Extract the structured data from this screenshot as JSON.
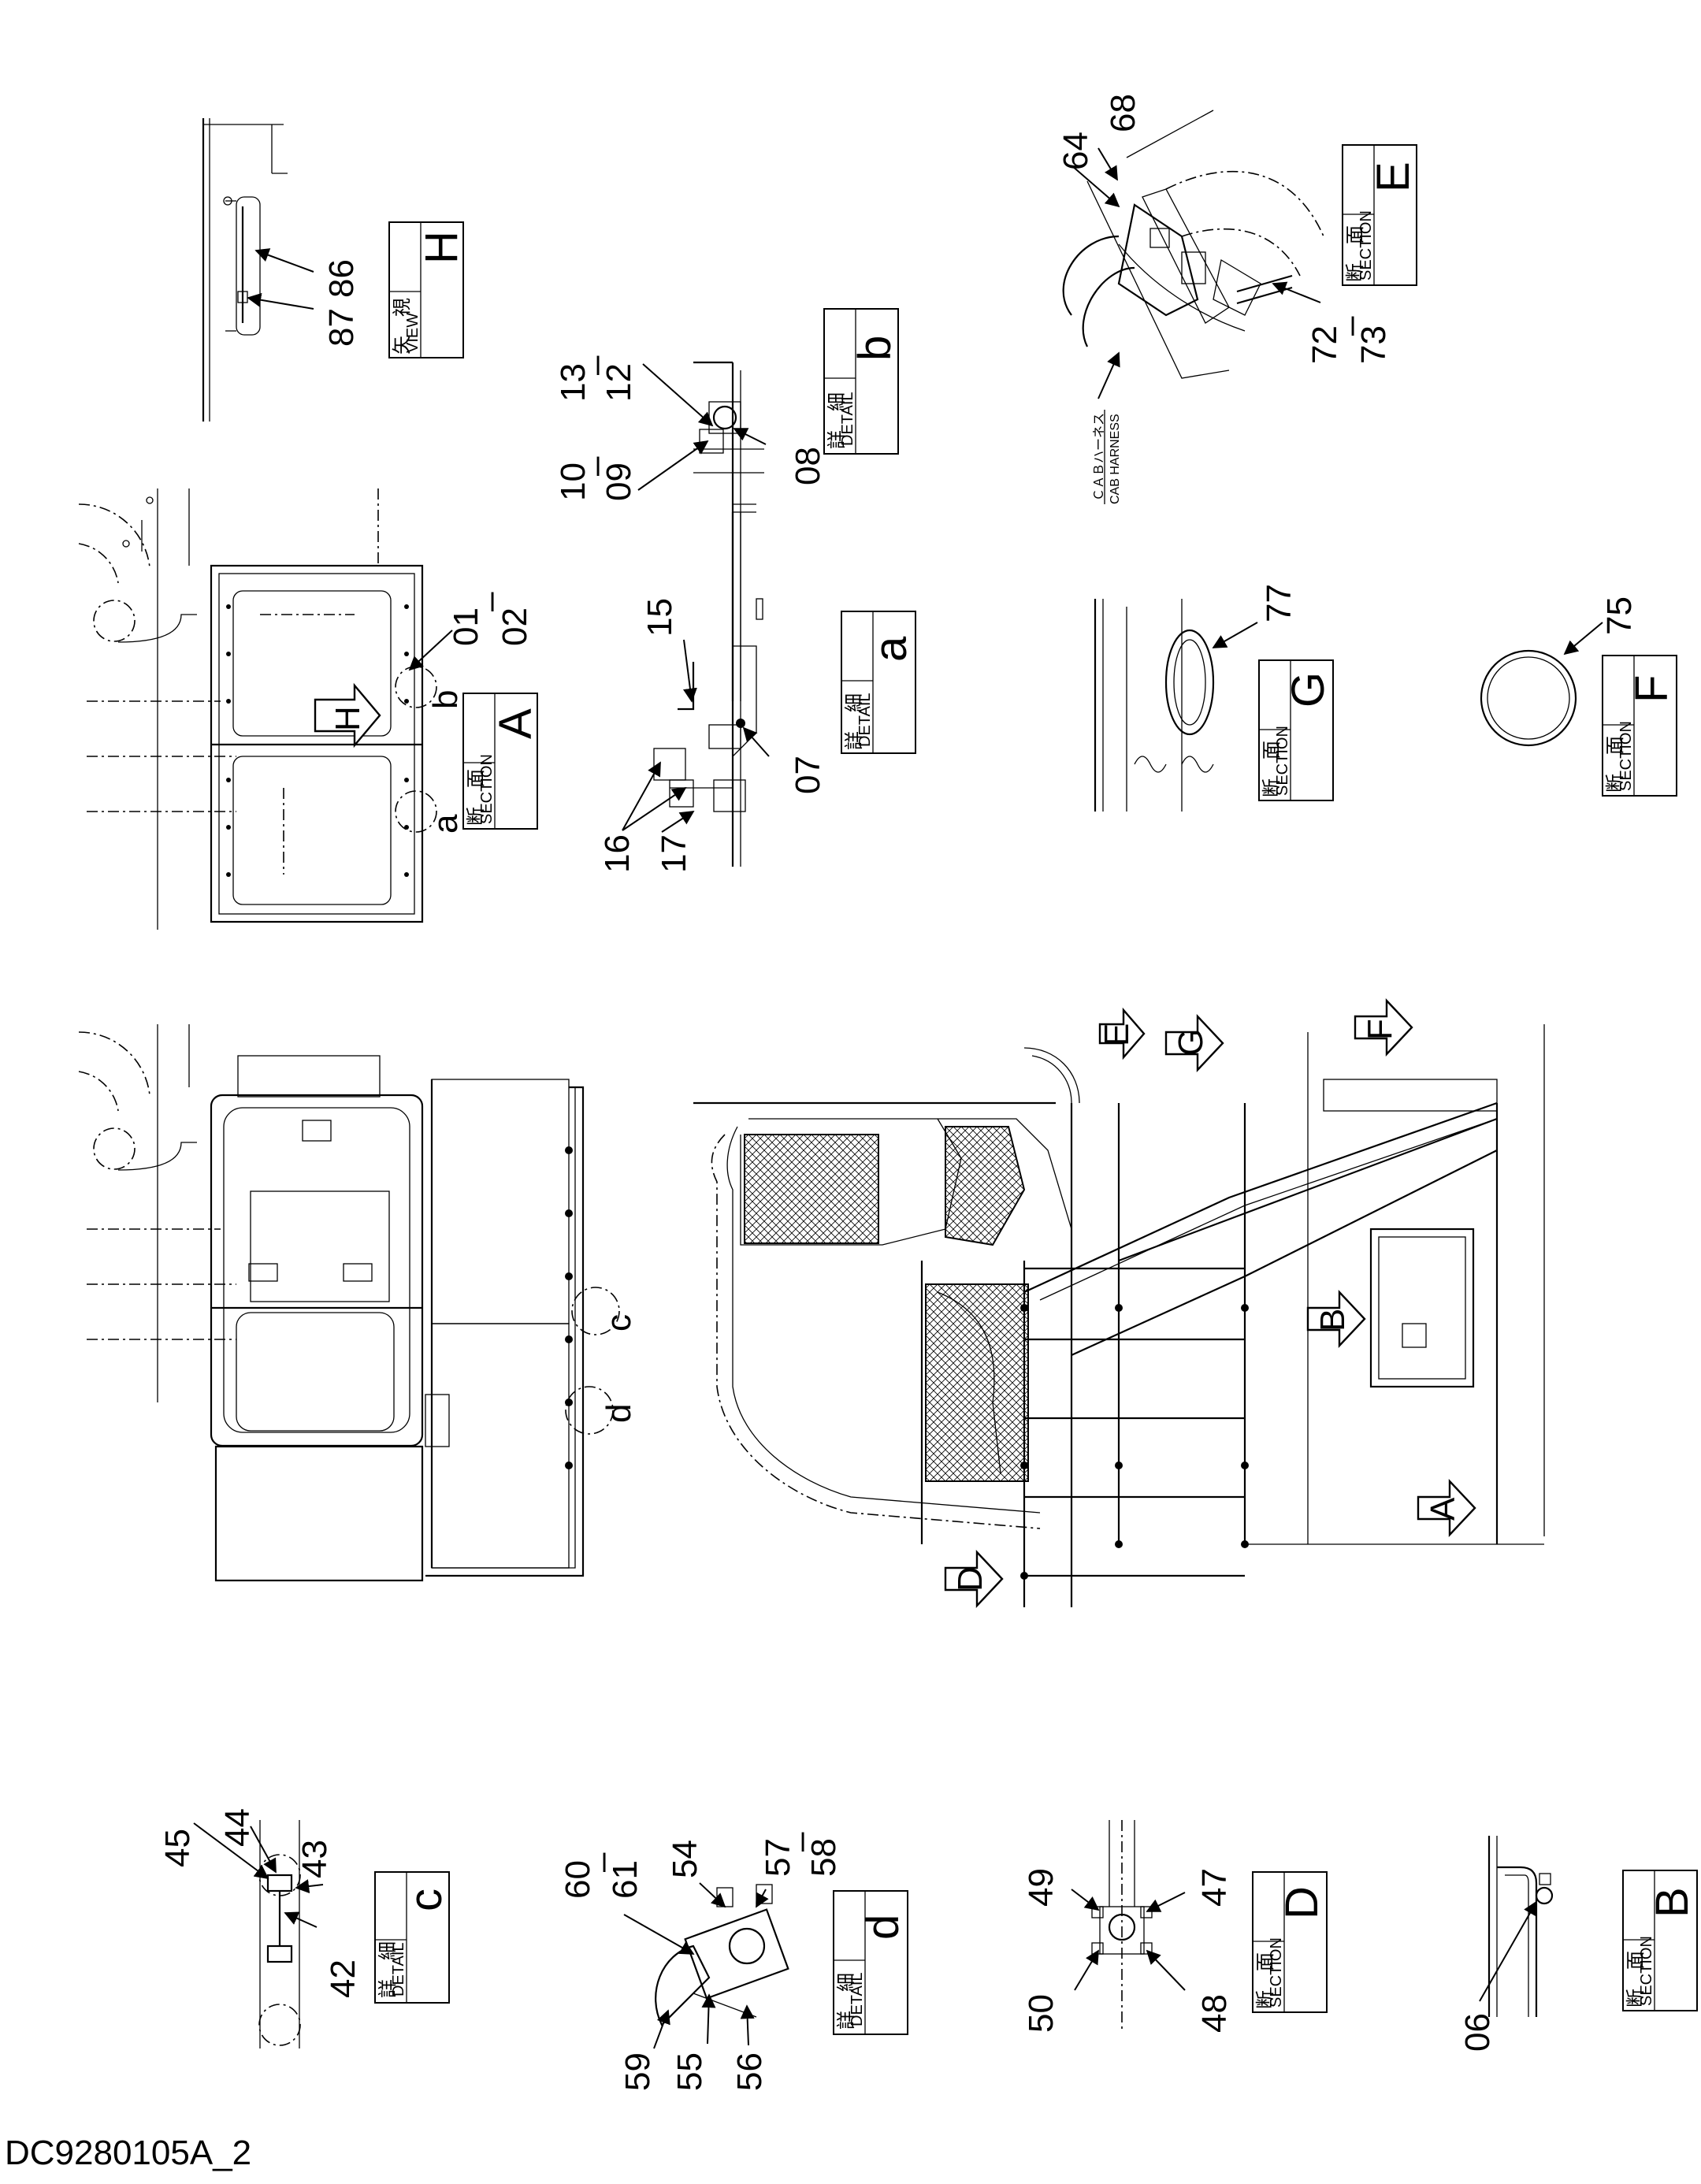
{
  "document_id": "DC9280105A_2",
  "views": {
    "H": {
      "jp": "矢　視",
      "en": "VIEW",
      "letter": "H"
    },
    "A": {
      "jp": "断　面",
      "en": "SECTION",
      "letter": "A"
    },
    "b": {
      "jp": "詳　細",
      "en": "DETAIL",
      "letter": "b"
    },
    "a": {
      "jp": "詳　細",
      "en": "DETAIL",
      "letter": "a"
    },
    "E": {
      "jp": "断　面",
      "en": "SECTION",
      "letter": "E"
    },
    "G": {
      "jp": "断　面",
      "en": "SECTION",
      "letter": "G"
    },
    "F": {
      "jp": "断　面",
      "en": "SECTION",
      "letter": "F"
    },
    "c": {
      "jp": "詳　細",
      "en": "DETAIL",
      "letter": "c"
    },
    "d": {
      "jp": "詳　細",
      "en": "DETAIL",
      "letter": "d"
    },
    "D": {
      "jp": "断　面",
      "en": "SECTION",
      "letter": "D"
    },
    "B": {
      "jp": "断　面",
      "en": "SECTION",
      "letter": "B"
    }
  },
  "section_markers": {
    "A": "A",
    "B": "B",
    "D": "D",
    "E": "E",
    "F": "F",
    "G": "G",
    "H": "H"
  },
  "detail_markers": {
    "a": "a",
    "b": "b",
    "c": "c",
    "d": "d"
  },
  "harness": {
    "jp": "ＣＡＢハーネス",
    "en": "CAB HARNESS"
  },
  "callouts": {
    "p86": "86",
    "p87": "87",
    "p01": "01",
    "p02": "02",
    "dash_01_02": "–",
    "p10": "10",
    "p09": "09",
    "dash_10_09": "–",
    "p13": "13",
    "p12": "12",
    "dash_13_12": "–",
    "p08": "08",
    "p15": "15",
    "p16": "16",
    "p17": "17",
    "p07": "07",
    "p64": "64",
    "p68": "68",
    "p72": "72",
    "p73": "73",
    "dash_72_73": "–",
    "p77": "77",
    "p75": "75",
    "p45": "45",
    "p44": "44",
    "p43": "43",
    "p42": "42",
    "p60": "60",
    "p61": "61",
    "dash_60_61": "–",
    "p54": "54",
    "p57": "57",
    "p58": "58",
    "dash_57_58": "–",
    "p59": "59",
    "p55": "55",
    "p56": "56",
    "p49": "49",
    "p47": "47",
    "p50": "50",
    "p48": "48",
    "p06": "06"
  },
  "icons": {
    "section_arrow": "hollow-block-arrow",
    "detail_circle": "dashed-circle"
  }
}
